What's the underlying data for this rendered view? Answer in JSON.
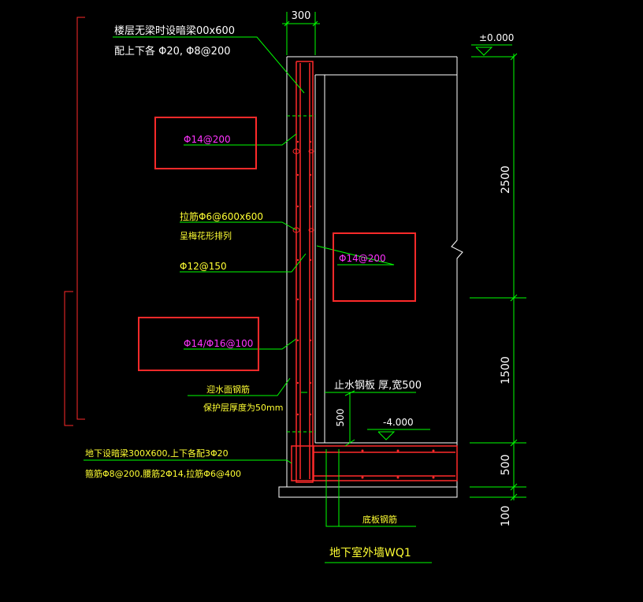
{
  "colors": {
    "background": "#000000",
    "wall": "#ffffff",
    "rebar": "#ff2a2a",
    "leader": "#00ff00",
    "dimension": "#00ff00",
    "text_white": "#ffffff",
    "text_yellow": "#ffff33",
    "text_magenta": "#ff33ff",
    "highlight_box": "#ff2a2a"
  },
  "dimensions": {
    "top_width": "300",
    "elevation_top": "±0.000",
    "height_upper": "2500",
    "height_mid": "1500",
    "height_beam": "500",
    "height_slab": "100",
    "waterstop_height": "500",
    "elevation_floor": "-4.000"
  },
  "labels": {
    "top_beam_line1": "楼层无梁时设暗梁00x600",
    "top_beam_line2": "配上下各 Φ20, Φ8@200",
    "vertical_bar_upper": "Φ14@200",
    "tie_bar_line1": "拉筋Φ6@600x600",
    "tie_bar_line2": "呈梅花形排列",
    "horizontal_bar": "Φ12@150",
    "inner_bar": "Φ14@200",
    "vertical_bar_lower": "Φ14/Φ16@100",
    "outer_face_line1": "迎水面钢筋",
    "outer_face_line2": "保护层厚度为50mm",
    "waterstop": "止水钢板 厚,宽500",
    "bottom_beam_line1": "地下设暗梁300X600,上下各配3Φ20",
    "bottom_beam_line2": "箍筋Φ8@200,腰筋2Φ14,拉筋Φ6@400",
    "slab_rebar": "底板钢筋",
    "title": "地下室外墙WQ1"
  }
}
